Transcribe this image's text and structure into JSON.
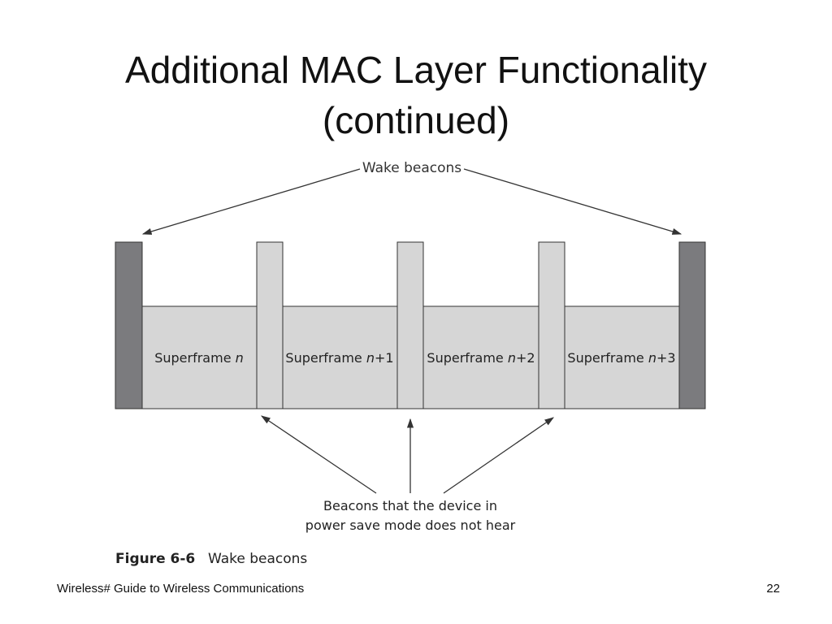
{
  "slide": {
    "title_line1": "Additional MAC Layer Functionality",
    "title_line2": "(continued)"
  },
  "figure": {
    "wake_label": "Wake beacons",
    "superframes": [
      {
        "prefix": "Superframe ",
        "var": "n",
        "suffix": ""
      },
      {
        "prefix": "Superframe ",
        "var": "n",
        "suffix": "+1"
      },
      {
        "prefix": "Superframe ",
        "var": "n",
        "suffix": "+2"
      },
      {
        "prefix": "Superframe ",
        "var": "n",
        "suffix": "+3"
      }
    ],
    "beacons_line1": "Beacons that the device in",
    "beacons_line2": "power save mode does not hear",
    "caption_label": "Figure 6-6",
    "caption_text": "Wake beacons",
    "colors": {
      "wake_beacon": "#7b7b7e",
      "beacon": "#d6d6d6",
      "superframe": "#d6d6d6",
      "stroke": "#333333"
    }
  },
  "footer": {
    "left": "Wireless# Guide to Wireless Communications",
    "page_number": "22"
  }
}
